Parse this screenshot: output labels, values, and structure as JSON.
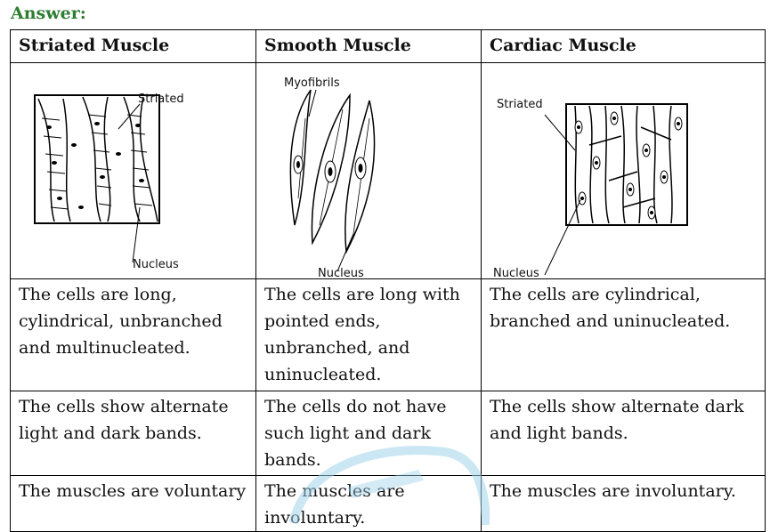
{
  "heading": "Answer:",
  "columns": [
    "Striated Muscle",
    "Smooth Muscle",
    "Cardiac Muscle"
  ],
  "diagrams": {
    "striated": {
      "top_label": "Striated",
      "bottom_label": "Nucleus"
    },
    "smooth": {
      "top_label": "Myofibrils",
      "bottom_label": "Nucleus"
    },
    "cardiac": {
      "top_label": "Striated",
      "bottom_label": "Nucleus"
    }
  },
  "rows": [
    [
      "The cells are long, cylindrical, unbranched and multinucleated.",
      "The cells are long with pointed ends, unbranched, and uninucleated.",
      "The cells are cylindrical, branched and uninucleated."
    ],
    [
      "The cells show alternate light and dark bands.",
      "The cells do not have such light and dark bands.",
      "The cells show alternate dark and light bands."
    ],
    [
      "The muscles are voluntary",
      "The muscles are involuntary.",
      "The muscles are involuntary."
    ]
  ]
}
